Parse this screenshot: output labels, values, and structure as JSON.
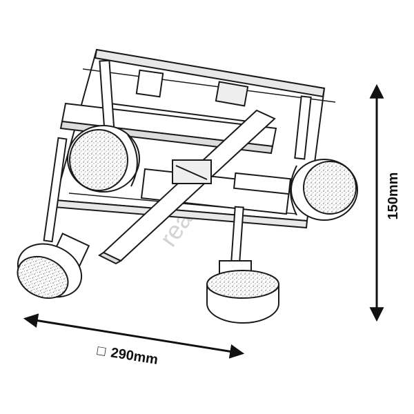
{
  "dimensions": {
    "height_label": "150mm",
    "width_symbol": "□",
    "width_label": "290mm"
  },
  "watermark": {
    "text": "rea.sk"
  },
  "colors": {
    "line": "#1a1a1a",
    "fill": "#ffffff",
    "shade": "#d8d8d8",
    "watermark": "#c9c9c9"
  }
}
